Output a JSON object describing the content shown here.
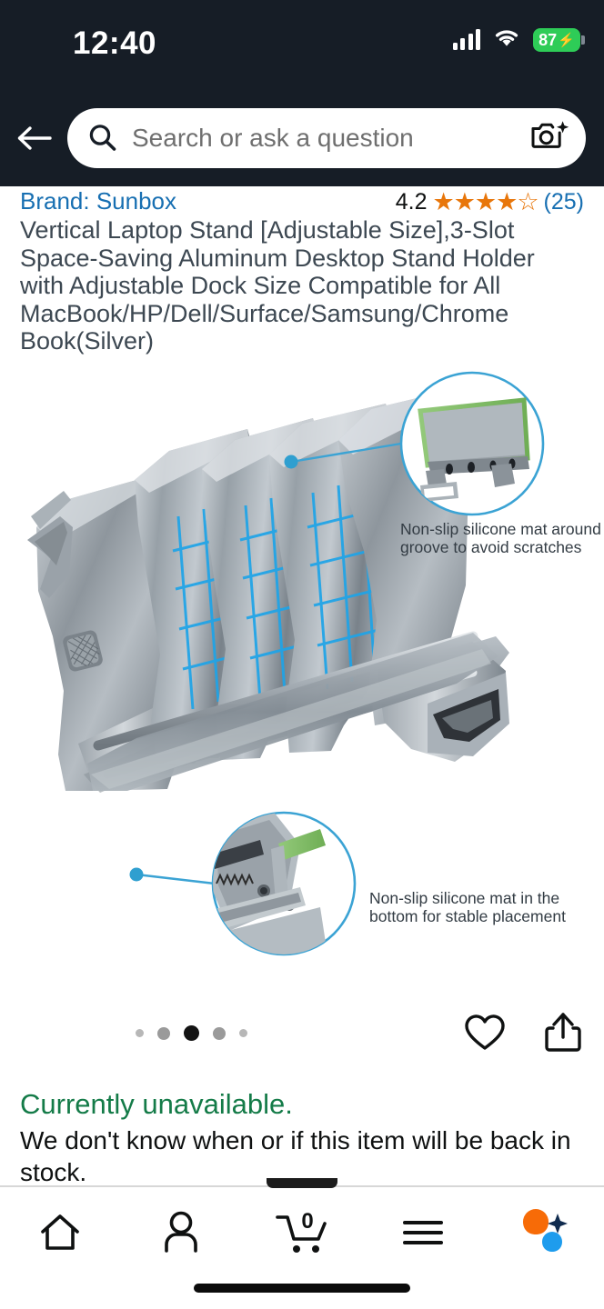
{
  "status_bar": {
    "time": "12:40",
    "battery_percent": "87",
    "icons": {
      "cellular": "signal-bars-icon",
      "wifi": "wifi-icon",
      "battery": "battery-charging-icon"
    }
  },
  "header": {
    "back_icon": "back-arrow-icon",
    "search": {
      "placeholder": "Search or ask a question",
      "value": "",
      "search_icon": "search-icon",
      "camera_icon": "camera-lens-icon"
    }
  },
  "product": {
    "brand_label": "Brand: Sunbox",
    "title": "Vertical Laptop Stand [Adjustable Size],3-Slot Space-Saving Aluminum Desktop Stand Holder with Adjustable Dock Size Compatible for All MacBook/HP/Dell/Surface/Samsung/Chrome Book(Silver)",
    "rating": {
      "value": "4.2",
      "stars_filled": 4,
      "stars_total": 5,
      "review_count": "(25)",
      "star_color": "#e8760a",
      "link_color": "#176fb2"
    },
    "image": {
      "callout_top": "Non-slip silicone mat around groove to avoid scratches",
      "callout_bottom": "Non-slip silicone mat in the bottom for stable placement",
      "accent_color": "#2f9fd0",
      "mat_color": "#7bbf5e"
    },
    "carousel": {
      "total_dots": 5,
      "active_index": 3
    },
    "actions": {
      "wishlist_icon": "heart-icon",
      "share_icon": "share-icon"
    },
    "availability": {
      "headline": "Currently unavailable.",
      "detail": "We don't know when or if this item will be back in stock.",
      "headline_color": "#147b48"
    }
  },
  "bottom_nav": {
    "items": [
      {
        "name": "home",
        "icon": "home-icon"
      },
      {
        "name": "account",
        "icon": "person-icon"
      },
      {
        "name": "cart",
        "icon": "cart-icon",
        "badge": "0"
      },
      {
        "name": "menu",
        "icon": "hamburger-menu-icon"
      },
      {
        "name": "rufus",
        "icon": "rufus-assistant-icon"
      }
    ],
    "rufus_colors": {
      "orange": "#f76b07",
      "blue": "#1e9ced",
      "star": "#102b4e"
    }
  }
}
